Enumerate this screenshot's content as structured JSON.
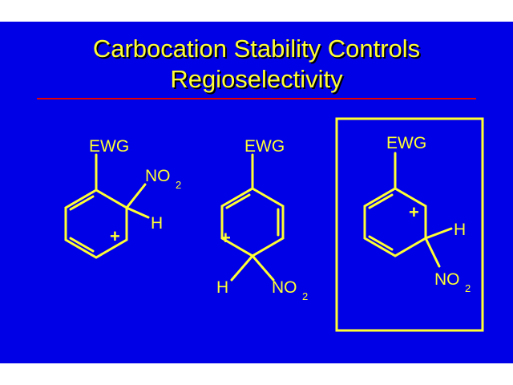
{
  "title": {
    "line1": "Carbocation Stability Controls",
    "line2": "Regioselectivity"
  },
  "colors": {
    "background": "#0000e6",
    "text": "#ffff33",
    "rule": "#e60000",
    "bonds": "#ffff33"
  },
  "structures": [
    {
      "substituent": "EWG",
      "nitro": "NO",
      "nitro_sub": "2",
      "hydrogen": "H",
      "charge": "+",
      "boxed": false
    },
    {
      "substituent": "EWG",
      "nitro": "NO",
      "nitro_sub": "2",
      "hydrogen": "H",
      "charge": "+",
      "boxed": false
    },
    {
      "substituent": "EWG",
      "nitro": "NO",
      "nitro_sub": "2",
      "hydrogen": "H",
      "charge": "+",
      "boxed": true
    }
  ]
}
